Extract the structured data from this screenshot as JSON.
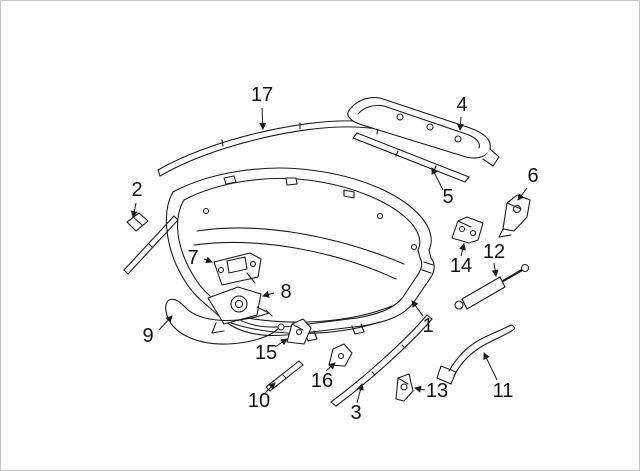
{
  "diagram": {
    "colors": {
      "background": "#ffffff",
      "line": "#1c1c1c",
      "label": "#111111"
    },
    "labels": [
      {
        "text": "1"
      },
      {
        "text": "2"
      },
      {
        "text": "3"
      },
      {
        "text": "4"
      },
      {
        "text": "5"
      },
      {
        "text": "6"
      },
      {
        "text": "7"
      },
      {
        "text": "8"
      },
      {
        "text": "9"
      },
      {
        "text": "10"
      },
      {
        "text": "11"
      },
      {
        "text": "12"
      },
      {
        "text": "13"
      },
      {
        "text": "14"
      },
      {
        "text": "15"
      },
      {
        "text": "16"
      },
      {
        "text": "17"
      }
    ]
  }
}
